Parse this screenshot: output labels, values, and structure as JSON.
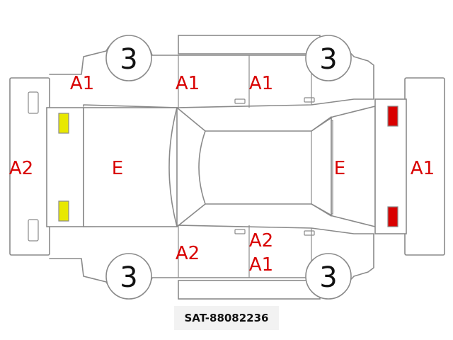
{
  "damage_codes": {
    "front_left_fender": "A1",
    "front_left_door": "A1",
    "rear_left_door": "A1",
    "rear_bumper": "A2",
    "hood": "E",
    "trunk": "E",
    "front_bumper": "A1",
    "front_right_door": "A2",
    "rear_right_door_upper": "A2",
    "rear_right_door_lower": "A1"
  },
  "wheels": {
    "top_left": "3",
    "top_right": "3",
    "bottom_left": "3",
    "bottom_right": "3"
  },
  "reference_id": "SAT-88082236",
  "colors": {
    "rear_lights": "#e8e800",
    "front_lights": "#d90000",
    "damage_text": "#d90000",
    "outline": "#8a8a8a"
  }
}
